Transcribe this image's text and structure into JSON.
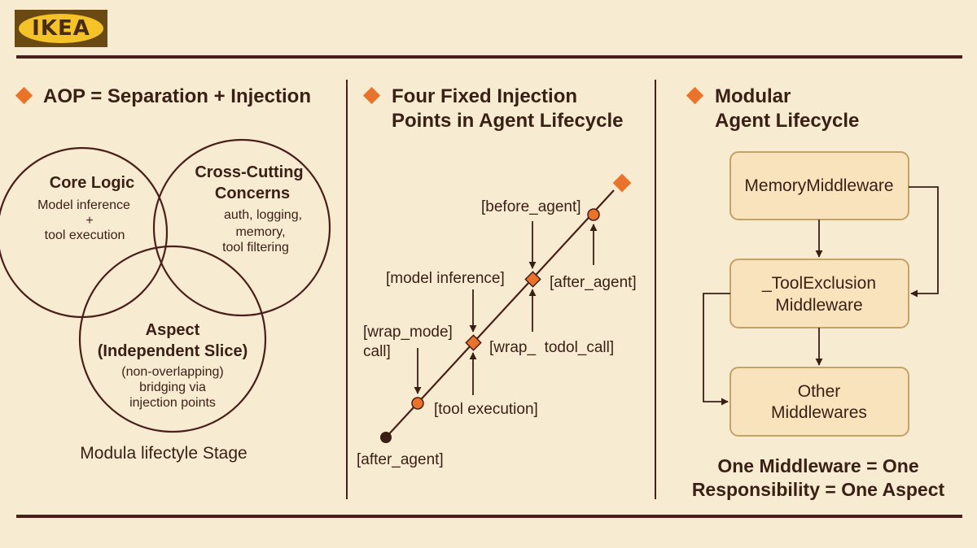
{
  "logo": {
    "text": "IKEA"
  },
  "col1": {
    "heading": "AOP = Separation + Injection",
    "core": {
      "title": "Core Logic",
      "lines": [
        "Model inference",
        "+",
        "tool execution"
      ]
    },
    "cross": {
      "title_lines": [
        "Cross-Cutting",
        "Concerns"
      ],
      "lines": [
        "auth, logging,",
        "memory,",
        "tool filtering"
      ]
    },
    "aspect": {
      "title_lines": [
        "Aspect",
        "(Independent Slice)"
      ],
      "lines": [
        "(non-overlapping)",
        "bridging via",
        "injection points"
      ]
    },
    "caption": "Modula lifectyle Stage"
  },
  "col2": {
    "heading_lines": [
      "Four Fixed Injection",
      "Points in Agent Lifecycle"
    ],
    "labels": {
      "before_agent": "[before_agent]",
      "model_inference": "[model inference]",
      "after_agent_mid": "[after_agent]",
      "wrap_model_1": "[wrap_mode]",
      "wrap_model_2": "call]",
      "wrap_tool": "[wrap_  todol_call]",
      "tool_execution": "[tool execution]",
      "after_agent_bottom": "[after_agent]"
    }
  },
  "col3": {
    "heading_lines": [
      "Modular",
      "Agent Lifecycle"
    ],
    "boxes": {
      "memory": [
        "MemoryMiddleware"
      ],
      "tool_exclusion": [
        "_ToolExclusion",
        "Middleware"
      ],
      "other": [
        "Other",
        "Middlewares"
      ]
    },
    "footer_lines": [
      "One Middleware = One",
      "Responsibility = One Aspect"
    ]
  },
  "colors": {
    "background": "#f7ebd1",
    "ink": "#3a1f14",
    "accent": "#e9732a",
    "box_fill": "#f8e3bd",
    "box_border": "#c4a26a",
    "logo_blue": "#6a4a12",
    "logo_yellow": "#f3c327"
  }
}
